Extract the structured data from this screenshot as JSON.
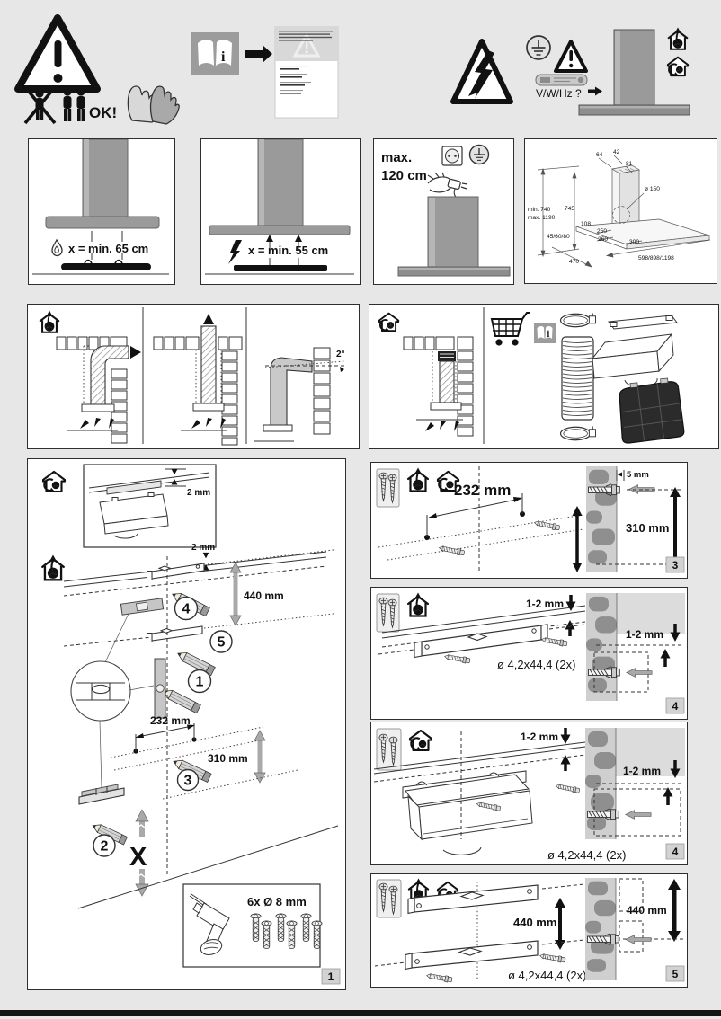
{
  "colors": {
    "background": "#e7e7e7",
    "panel_border": "#2e2e2e",
    "steel_gray": "#9a9a9a",
    "wall_gray": "#cfcfcf",
    "brick_gray": "#8f8f8f",
    "arrow_gray": "#a9a9a9",
    "filter_dark": "#2b2b2b"
  },
  "top": {
    "ok": "OK!",
    "book_i": "i",
    "power_query": "V/W/Hz ?"
  },
  "row1": {
    "gas": "x = min. 65 cm",
    "electric": "x = min. 55 cm",
    "max1": "max.",
    "max2": "120 cm",
    "dims": {
      "d64": "64",
      "d42": "42",
      "d81": "81",
      "duct": "ø 150",
      "d745": "745",
      "hmin": "min. 740",
      "hmax": "max. 1190",
      "d108": "108",
      "d250": "250",
      "d260": "260",
      "d300": "300",
      "plinth": "45/60/80",
      "d470": "470",
      "widths": "598/898/1198"
    }
  },
  "row2": {
    "slope": "2°",
    "book_i": "i"
  },
  "p1": {
    "tag": "1",
    "inset_gap": "2 mm",
    "gap": "2 mm",
    "v440": "440 mm",
    "h232": "232 mm",
    "v310": "310 mm",
    "c1": "1",
    "c2": "2",
    "c3": "3",
    "c4": "4",
    "c5": "5",
    "x": "X",
    "drill": "6x Ø 8 mm"
  },
  "p3": {
    "tag": "3",
    "h232": "232 mm",
    "protr": "5 mm",
    "v310": "310 mm"
  },
  "p4a": {
    "tag": "4",
    "gap1": "1-2 mm",
    "gap2": "1-2 mm",
    "screws": "ø 4,2x44,4 (2x)"
  },
  "p4b": {
    "tag": "4",
    "gap1": "1-2 mm",
    "gap2": "1-2 mm",
    "screws": "ø 4,2x44,4 (2x)"
  },
  "p5": {
    "tag": "5",
    "v440a": "440 mm",
    "v440b": "440 mm",
    "screws": "ø 4,2x44,4 (2x)"
  }
}
